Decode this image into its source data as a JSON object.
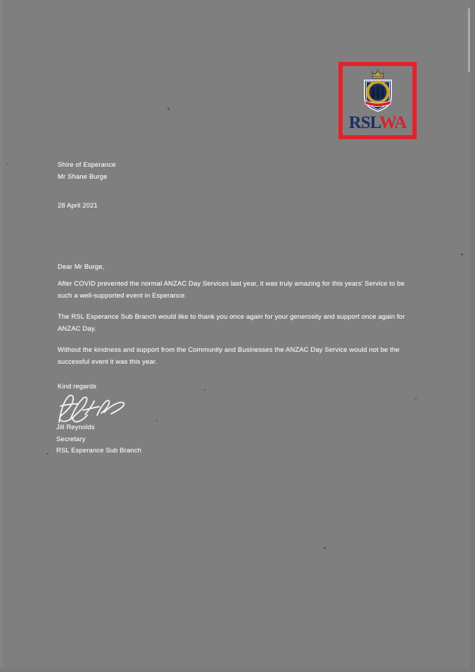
{
  "document": {
    "type": "scanned-letter",
    "background_color": "#807f80",
    "text_color": "#fdfdfd"
  },
  "logo": {
    "name": "RSL WA",
    "wordmark_primary": "RSL",
    "wordmark_secondary": "WA",
    "border_color": "#e0242c",
    "primary_color": "#1d2f63",
    "secondary_color": "#d8232a",
    "badge_description": "RSL badge with crown and three figures"
  },
  "letter": {
    "addressee": {
      "organisation": "Shire of Esperance",
      "person": "Mr Shane Burge"
    },
    "date": "28 April 2021",
    "salutation": "Dear Mr Burge,",
    "paragraphs": [
      "After COVID prevented the normal ANZAC Day Services last year, it was truly amazing for this years' Service to be such a well-supported event in Esperance.",
      "The RSL Esperance Sub Branch would like to thank you once again for your generosity and support once again for ANZAC Day.",
      "Without the kindness and support from the Community and Businesses the ANZAC Day Service would not be the successful event it was this year."
    ],
    "closing": "Kind regards",
    "signoff": {
      "name": "Jill Reynolds",
      "title": "Secretary",
      "organisation": "RSL Esperance Sub Branch"
    }
  }
}
